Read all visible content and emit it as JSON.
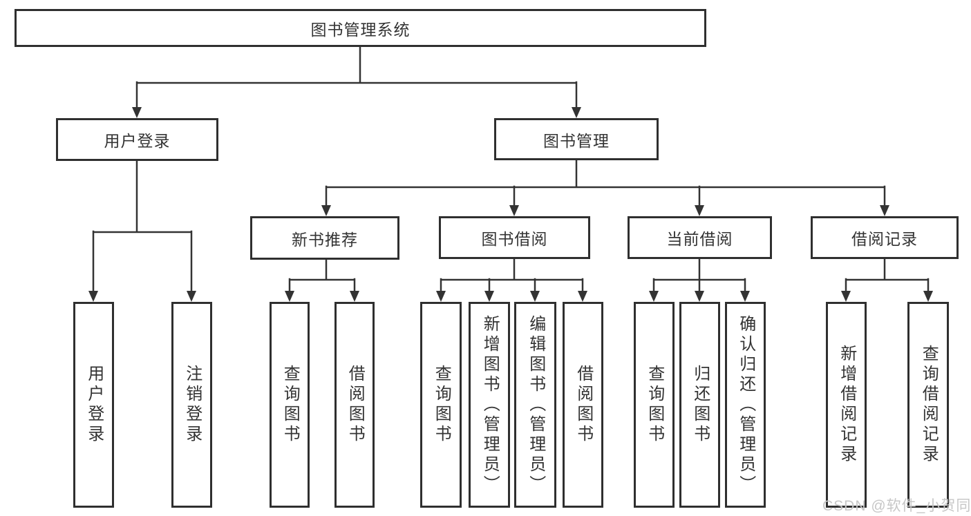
{
  "diagram": {
    "root": {
      "label": "图书管理系统"
    },
    "level2": [
      {
        "id": "user-login",
        "label": "用户登录"
      },
      {
        "id": "book-management",
        "label": "图书管理"
      }
    ],
    "level3": [
      {
        "id": "new-book-recommend",
        "label": "新书推荐"
      },
      {
        "id": "book-borrow",
        "label": "图书借阅"
      },
      {
        "id": "current-borrow",
        "label": "当前借阅"
      },
      {
        "id": "borrow-records",
        "label": "借阅记录"
      }
    ],
    "leaves": {
      "user_login": [
        "用户登录",
        "注销登录"
      ],
      "new_book_recommend": [
        "查询图书",
        "借阅图书"
      ],
      "book_borrow": [
        "查询图书",
        "新增图书（管理员）",
        "编辑图书（管理员）",
        "借阅图书"
      ],
      "current_borrow": [
        "查询图书",
        "归还图书",
        "确认归还（管理员）"
      ],
      "borrow_records": [
        "新增借阅记录",
        "查询借阅记录"
      ]
    }
  },
  "watermark": {
    "text": "CSDN @软件_小贺同学"
  },
  "colors": {
    "line": "#333333",
    "box_border": "#2f2f2f",
    "text": "#333333",
    "watermark": "#c7c7c7",
    "background": "#ffffff"
  }
}
